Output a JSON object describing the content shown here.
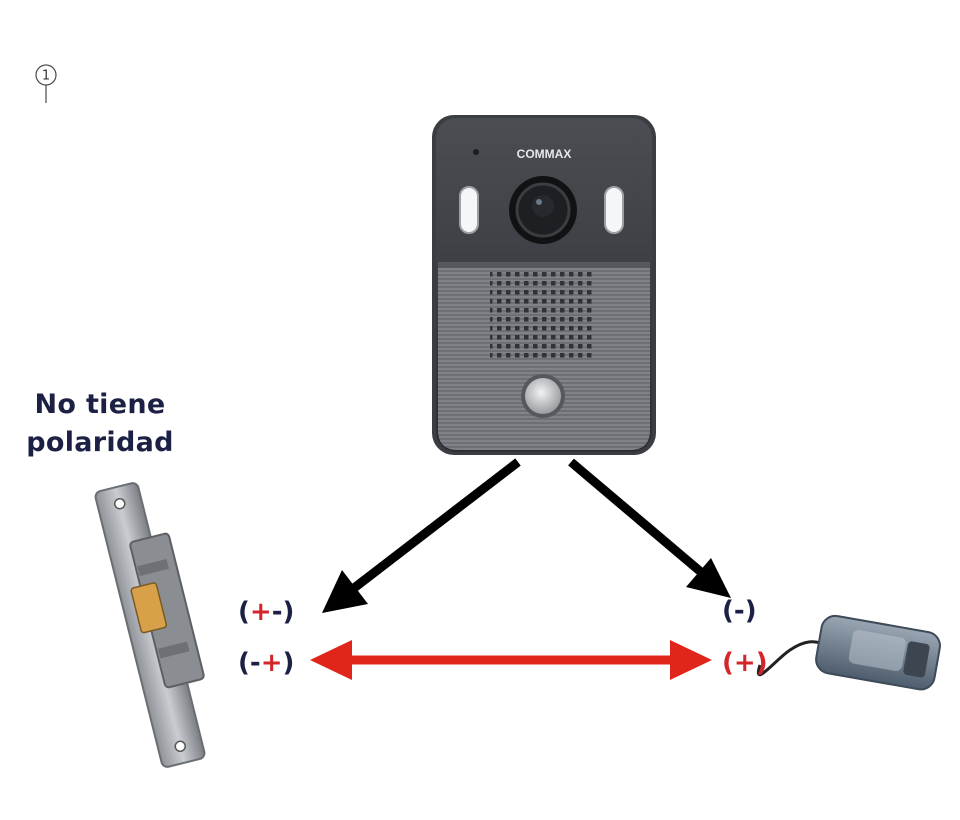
{
  "marker": {
    "number": "1"
  },
  "note": {
    "line1": "No tiene",
    "line2": "polaridad"
  },
  "doorbell": {
    "brand": "COMMAX"
  },
  "terminals": {
    "left_top": {
      "open": "(",
      "first": "+",
      "second": "-",
      "close": ")"
    },
    "left_bottom": {
      "open": "(",
      "first": "-",
      "second": "+",
      "close": ")"
    },
    "right_top": {
      "open": "(",
      "sign": "-",
      "close": ")"
    },
    "right_bottom": {
      "open": "(",
      "sign": "+",
      "close": ")"
    }
  },
  "colors": {
    "text_dark": "#1b2044",
    "polarity_red": "#d3262a",
    "arrow_black": "#000000",
    "arrow_red": "#e0251b"
  },
  "icons": {
    "marker": "numbered-pin-icon",
    "doorbell": "video-doorbell-icon",
    "strike": "electric-strike-icon",
    "adapter": "power-adapter-icon"
  }
}
